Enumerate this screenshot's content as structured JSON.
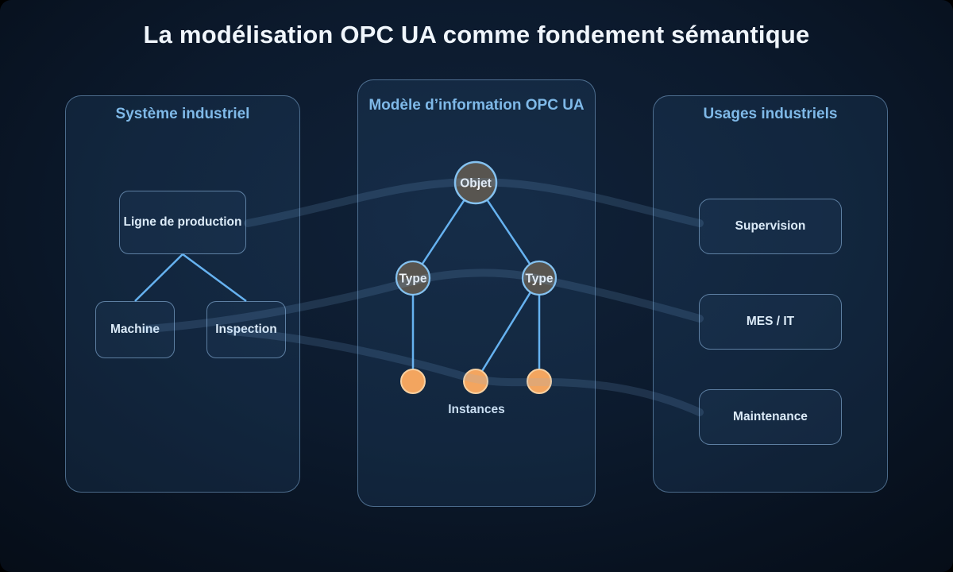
{
  "title": "La modélisation OPC UA comme fondement sémantique",
  "panels": {
    "system": {
      "title": "Système industriel",
      "line": "Ligne de production",
      "machine": "Machine",
      "inspection": "Inspection"
    },
    "model": {
      "title": "Modèle d’information OPC UA",
      "object": "Objet",
      "type_left": "Type",
      "type_right": "Type",
      "instances": "Instances"
    },
    "usages": {
      "title": "Usages industriels",
      "items": [
        "Supervision",
        "MES / IT",
        "Maintenance"
      ]
    }
  },
  "colors": {
    "background_dark": "#0a1626",
    "panel_border": "#7da8d0",
    "header_blue": "#7fb9e8",
    "edge_blue": "#66b2f0",
    "node_gray": "#585550",
    "node_border_blue": "#85c2f0",
    "instance_orange": "#f3a55f",
    "instance_border": "#f8d0a0",
    "ribbon_blue": "rgba(132,182,232,0.16)",
    "title_white": "#f0f6fc",
    "box_text": "#dcebf8"
  }
}
